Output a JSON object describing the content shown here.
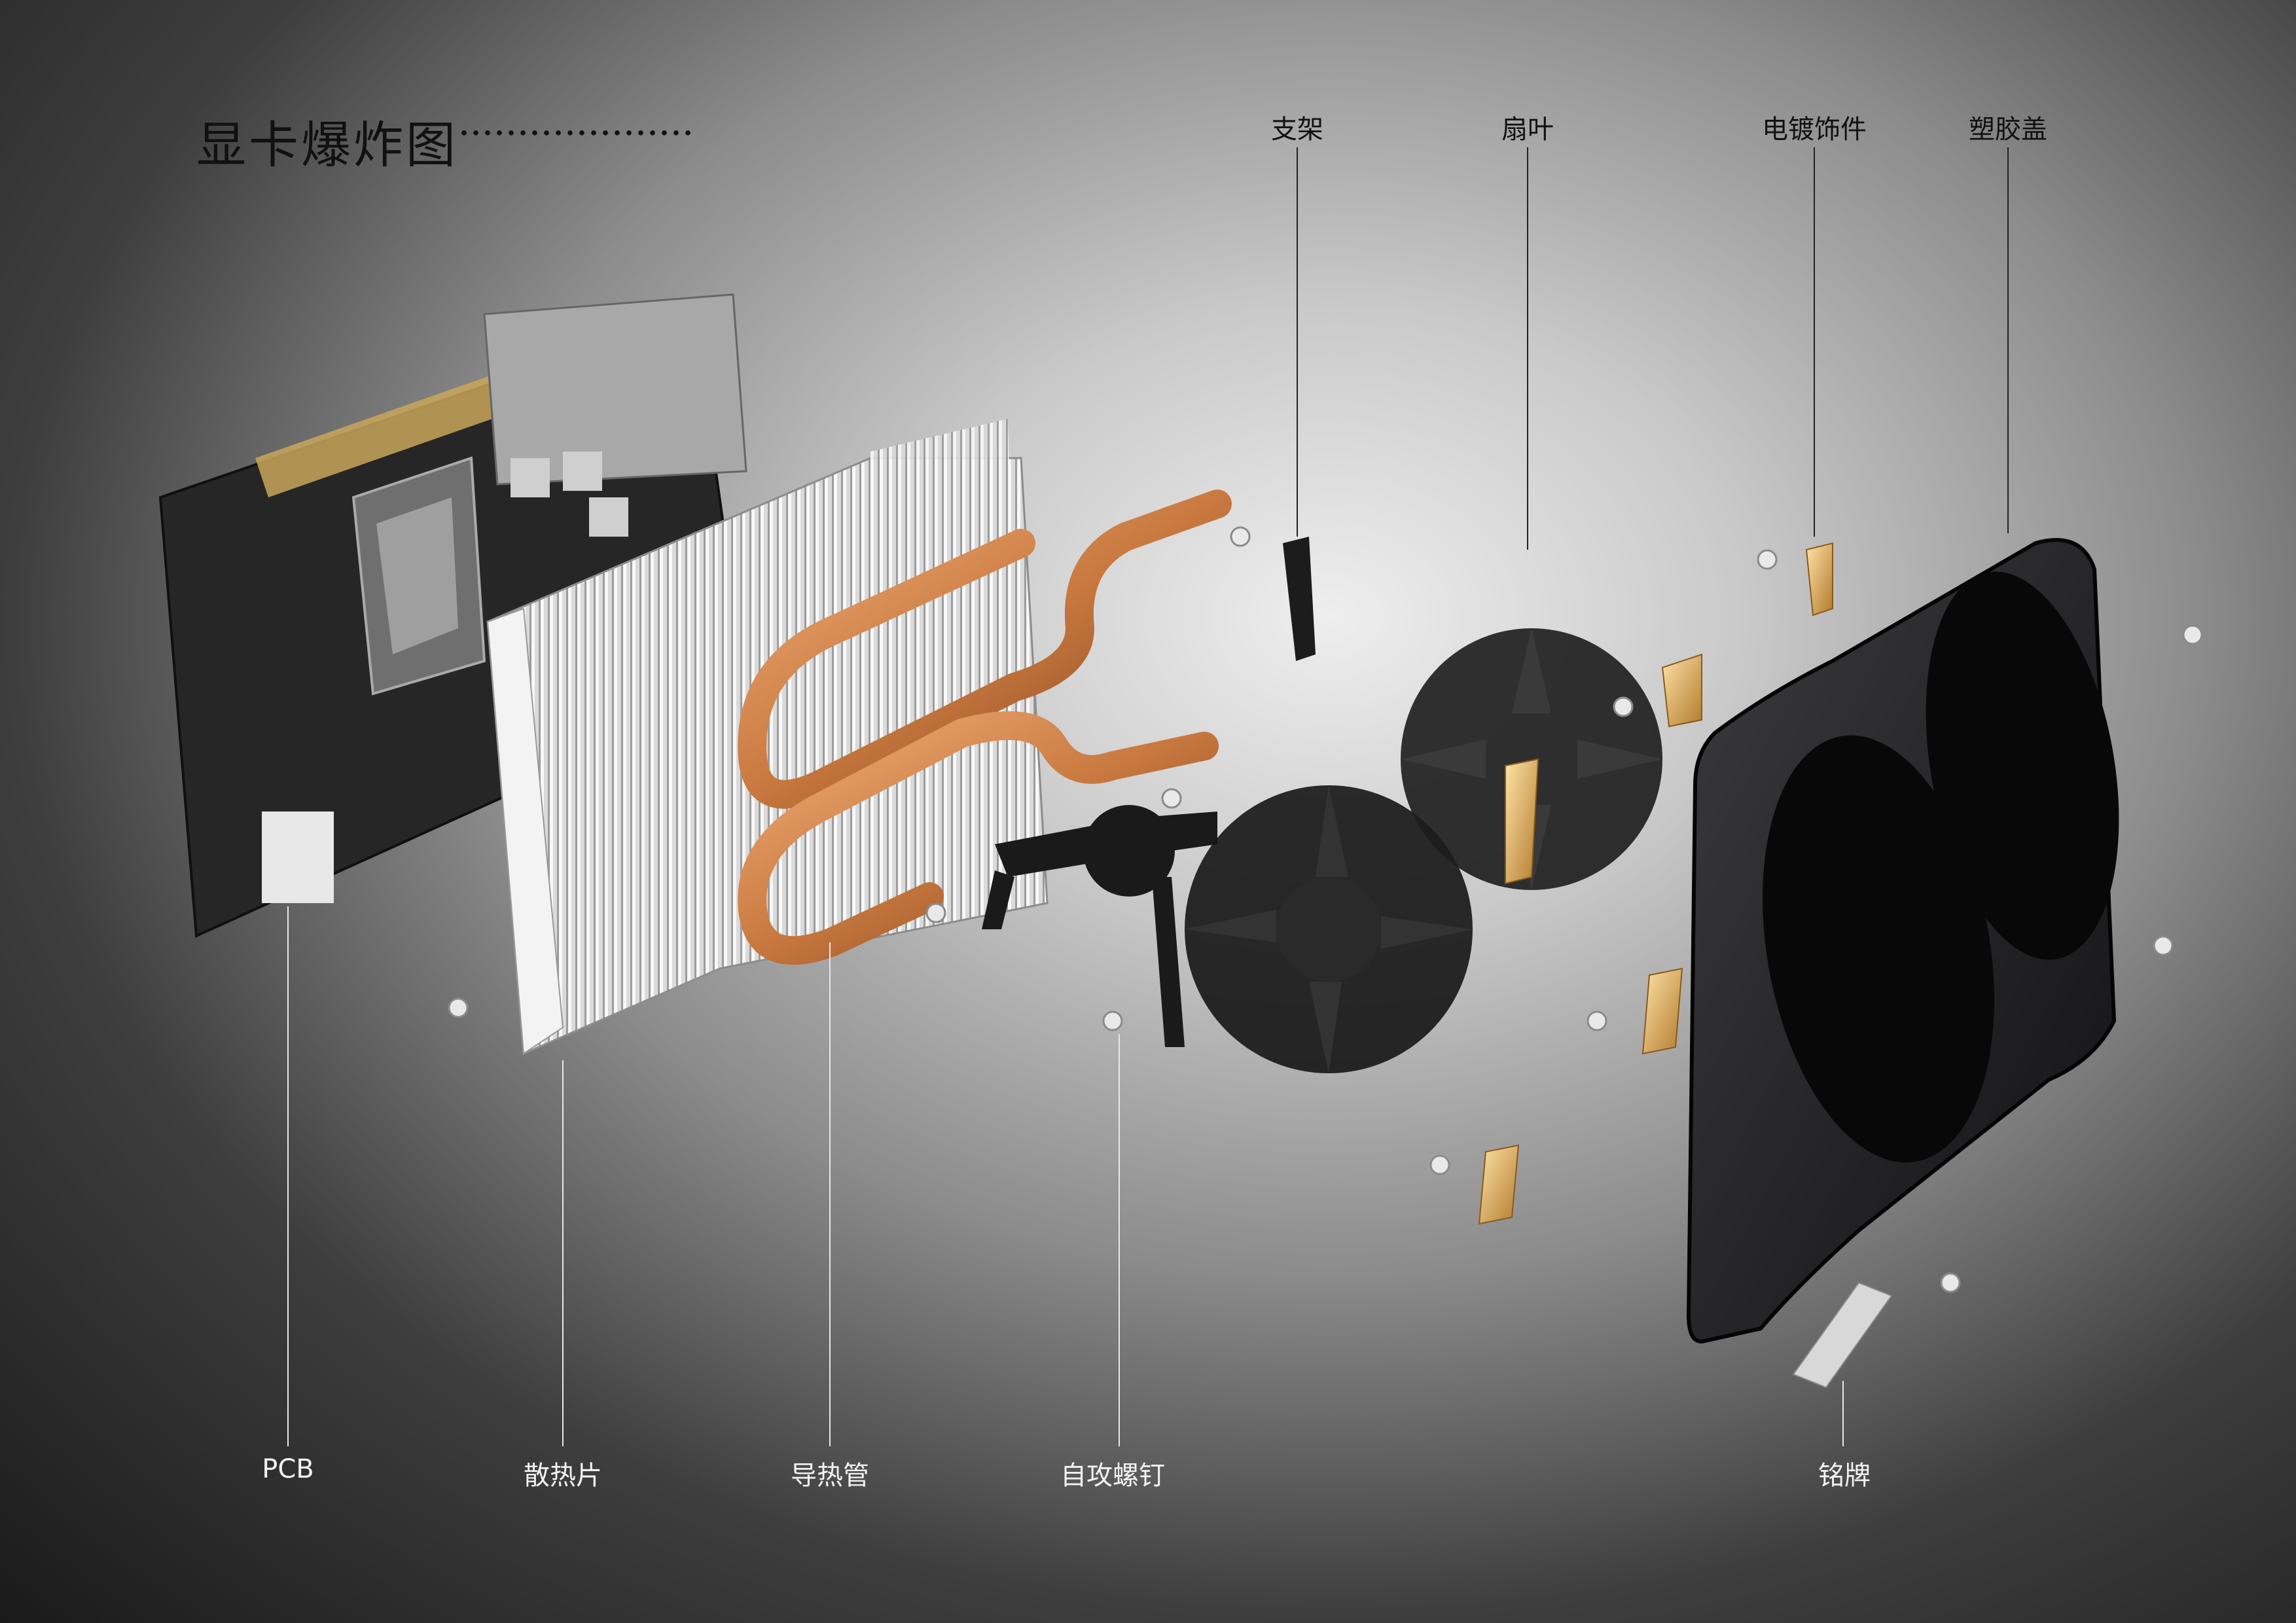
{
  "title": "显卡爆炸图",
  "labels_top": [
    {
      "id": "bracket",
      "text": "支架"
    },
    {
      "id": "fan-blade",
      "text": "扇叶"
    },
    {
      "id": "plated-trim",
      "text": "电镀饰件"
    },
    {
      "id": "plastic-cover",
      "text": "塑胶盖"
    }
  ],
  "labels_bottom": [
    {
      "id": "pcb",
      "text": "PCB"
    },
    {
      "id": "heatsink",
      "text": "散热片"
    },
    {
      "id": "heat-pipe",
      "text": "导热管"
    },
    {
      "id": "self-tapping-screw",
      "text": "自攻螺钉"
    },
    {
      "id": "nameplate",
      "text": "铭牌"
    }
  ],
  "colors": {
    "copper": "#c8783f",
    "aluminum": "#e6e6e6",
    "plastic": "#1d1d1f",
    "gold": "#d9a64e",
    "pcb": "#2c2c2c"
  }
}
